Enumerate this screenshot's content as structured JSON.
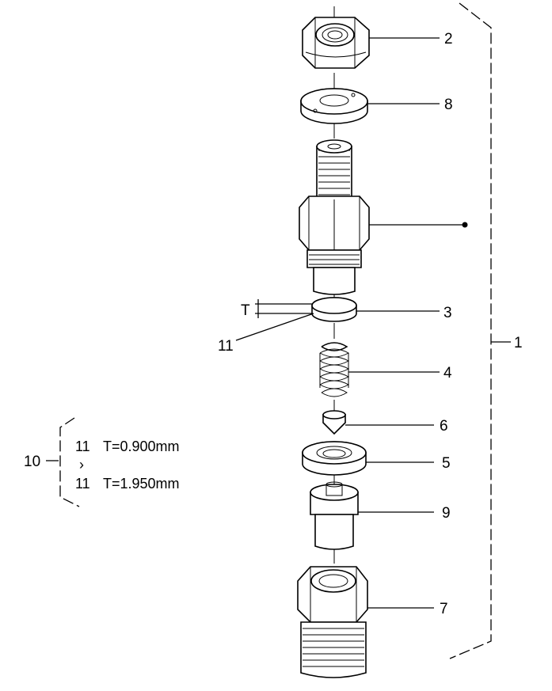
{
  "callouts": {
    "c1": "1",
    "c2": "2",
    "c3": "3",
    "c4": "4",
    "c5": "5",
    "c6": "6",
    "c7": "7",
    "c8": "8",
    "c9": "9",
    "c10": "10",
    "c11": "11"
  },
  "thickness_symbol": "T",
  "kit_note": {
    "line1_part": "11",
    "line1_value": "T=0.900mm",
    "range_mark": "›",
    "line2_part": "11",
    "line2_value": "T=1.950mm"
  }
}
